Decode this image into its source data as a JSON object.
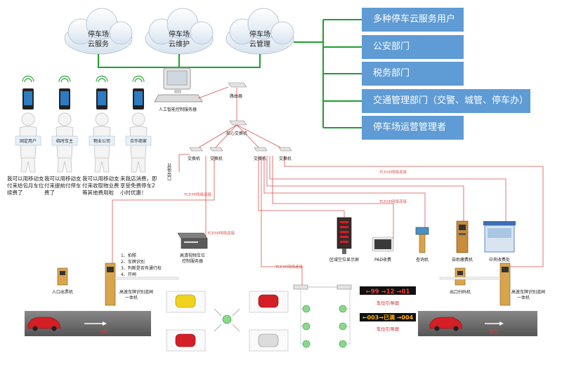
{
  "clouds": [
    {
      "line1": "停车场",
      "line2": "云服务"
    },
    {
      "line1": "停车场",
      "line2": "云维护"
    },
    {
      "line1": "停车场",
      "line2": "云管理"
    }
  ],
  "stakeholders": [
    "多种停车云服务用户",
    "公安部门",
    "税务部门",
    "交通管理部门（交警、城管、停车办）",
    "停车场运营管理者"
  ],
  "ai_server_label": "人工智能控制服务器",
  "router_label": "路由器",
  "core_switch_label": "核心交换机",
  "switch_label": "交换机",
  "other_exits_label": "其他出口",
  "network_label": "TCP/IP网络连接",
  "users": [
    {
      "card": "固定用户",
      "text": "我可以用移动支付来给包月车位续费了"
    },
    {
      "card": "临时车主",
      "text": "我可以用移动支付来提前付停车费了"
    },
    {
      "card": "物业公司",
      "text": "我可以用移动支付来收取物业费等其他费用啦"
    },
    {
      "card": "合作商家",
      "text": "来我店消费，即享受免费停车2小时优惠！"
    }
  ],
  "hd_server_label": "高清视频车位控制服务器",
  "steps": [
    "1、拍照",
    "2、车牌识别",
    "3、判断是否有通行权",
    "4、开闸"
  ],
  "entry_ticket_label": "入口出票机",
  "entry_gate_label": "高速车牌识别道闸一体机",
  "zone_display_label": "区域空位显示屏",
  "pad_label": "PAD收费",
  "query_label": "查询机",
  "selfpay_label": "自助缴费机",
  "central_label": "中央收费处",
  "exit_scan_label": "出口扫码机",
  "exit_gate_label": "高速车牌识别道闸一体机",
  "guide_screen_label": "车位引导屏",
  "guide1": "←99 →12 →01",
  "guide2": "←003→已满 →004",
  "entrance_label": "入口",
  "exit_label": "出口",
  "colors": {
    "line_green": "#1f9e2e",
    "stake_bg": "#5f9bd5",
    "net_red": "#d9534f",
    "net_orange": "#e8a87c"
  }
}
